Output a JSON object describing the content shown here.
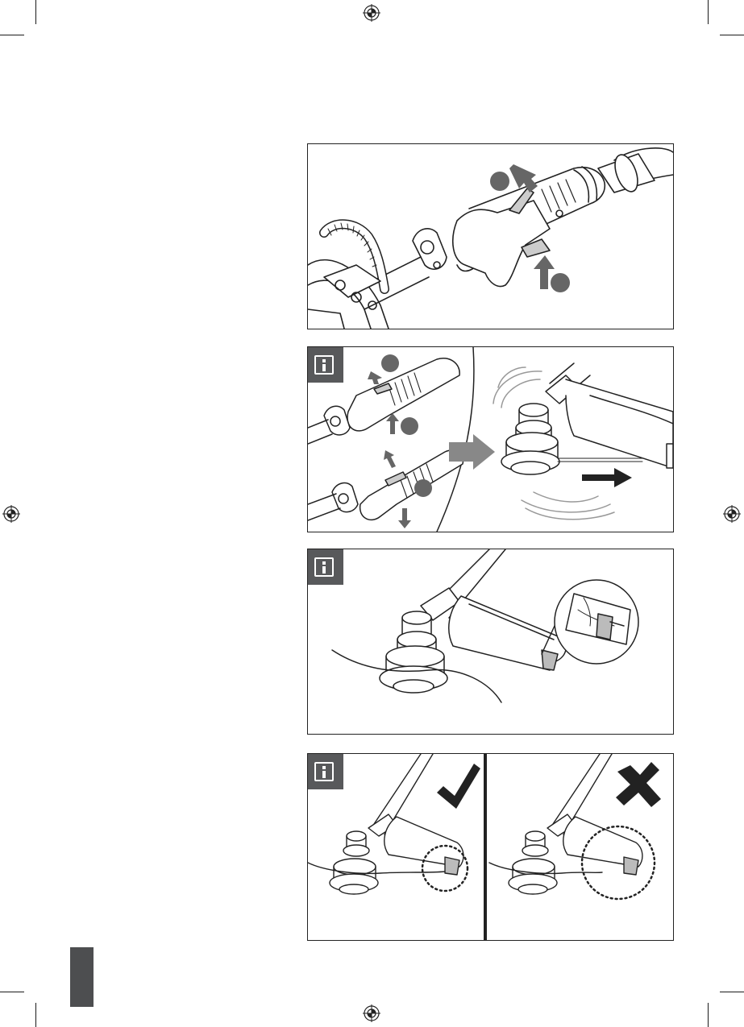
{
  "page": {
    "panels": [
      {
        "id": "panel-1",
        "has_info_badge": false
      },
      {
        "id": "panel-2",
        "has_info_badge": true
      },
      {
        "id": "panel-3",
        "has_info_badge": true
      },
      {
        "id": "panel-4",
        "has_info_badge": true
      }
    ],
    "icons": {
      "info": "info-icon",
      "check": "checkmark-icon",
      "cross": "cross-icon",
      "registration": "registration-mark-icon"
    },
    "colors": {
      "ink": "#222222",
      "badge": "#58595b",
      "tab": "#4d4e50",
      "arrow": "#666666"
    }
  }
}
